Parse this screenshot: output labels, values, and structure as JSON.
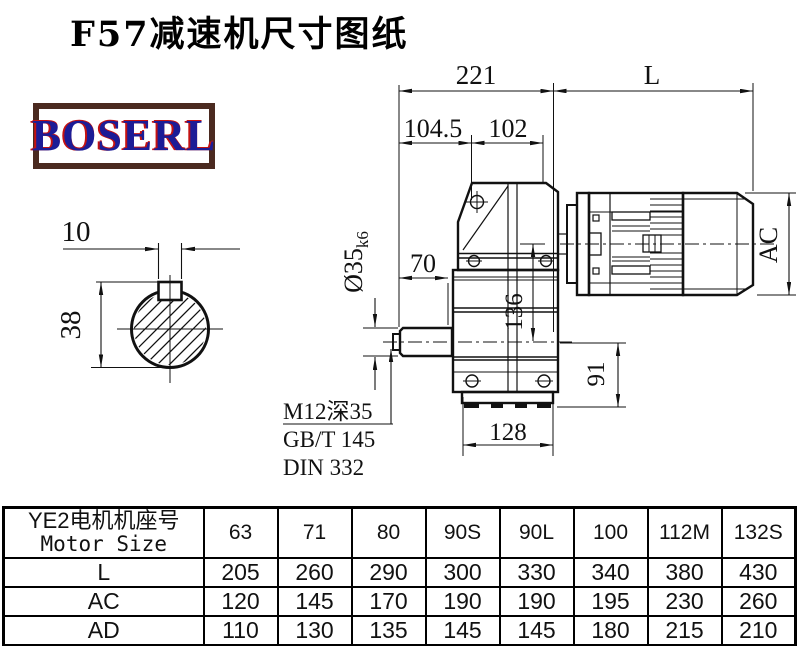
{
  "title": "F57减速机尺寸图纸",
  "logo": {
    "text": "BOSERL"
  },
  "drawing": {
    "dims": {
      "total_width": "221",
      "motor_length": "L",
      "d104_5": "104.5",
      "d102": "102",
      "shaft_len": "70",
      "shaft_dia": "Ø35",
      "shaft_tol": "k6",
      "axis_distance": "136",
      "axis_height": "91",
      "base_width": "128",
      "motor_dia": "AC",
      "key_width": "10",
      "key_height": "38"
    },
    "notes": {
      "tap_hole": "M12深35",
      "std_gb": "GB/T 145",
      "std_din": "DIN 332"
    }
  },
  "table": {
    "header_cn": "YE2电机机座号",
    "header_en": "Motor Size",
    "columns": [
      "63",
      "71",
      "80",
      "90S",
      "90L",
      "100",
      "112M",
      "132S"
    ],
    "rows": [
      {
        "label": "L",
        "values": [
          205,
          260,
          290,
          300,
          330,
          340,
          380,
          430
        ]
      },
      {
        "label": "AC",
        "values": [
          120,
          145,
          170,
          190,
          190,
          195,
          230,
          260
        ]
      },
      {
        "label": "AD",
        "values": [
          110,
          130,
          135,
          145,
          145,
          180,
          215,
          210
        ]
      }
    ]
  }
}
